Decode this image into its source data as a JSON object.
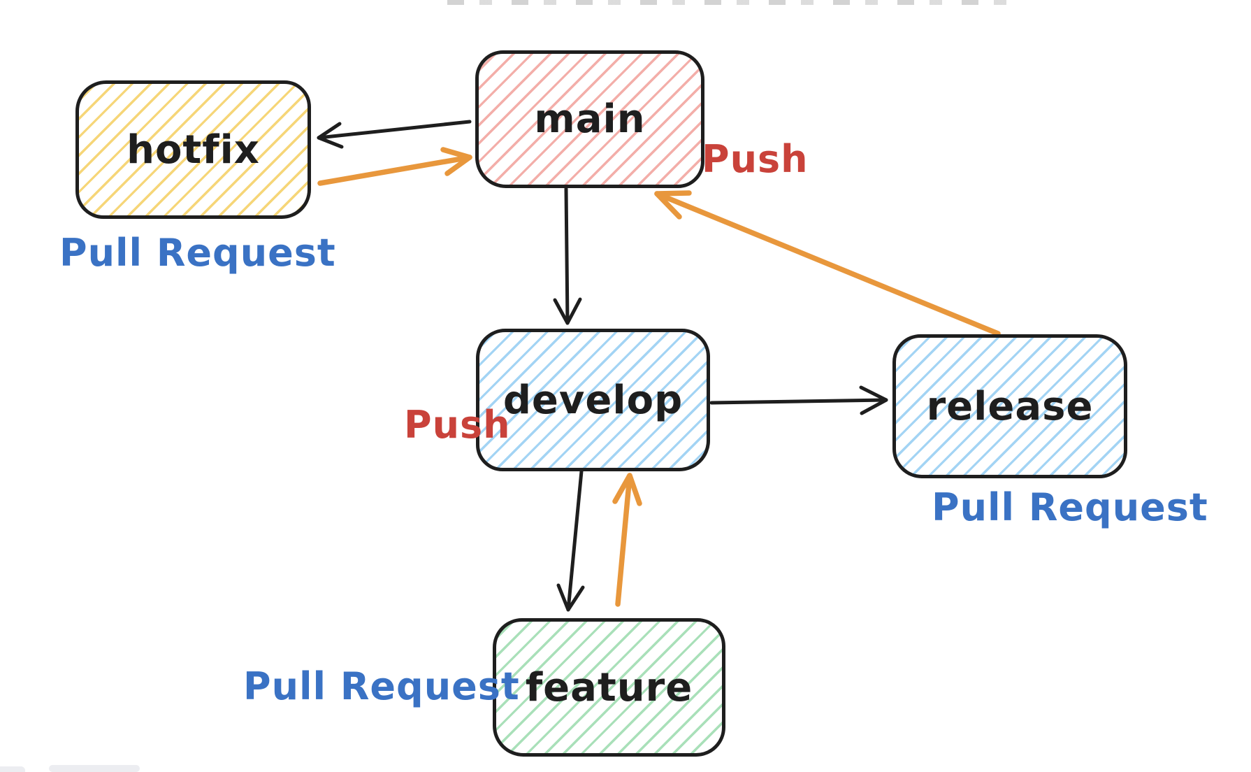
{
  "canvas": {
    "background_color": "#ffffff",
    "top_edge_note": "row of small gray clipped glyph fragments (text cut off by top of screenshot)"
  },
  "nodes": [
    {
      "id": "hotfix",
      "label": "hotfix",
      "hatch_color": "#F6D678",
      "border_color": "#1e1e1e"
    },
    {
      "id": "main",
      "label": "main",
      "hatch_color": "#F3AEA9",
      "border_color": "#1e1e1e"
    },
    {
      "id": "develop",
      "label": "develop",
      "hatch_color": "#A3D4F4",
      "border_color": "#1e1e1e"
    },
    {
      "id": "release",
      "label": "release",
      "hatch_color": "#A3D4F4",
      "border_color": "#1e1e1e"
    },
    {
      "id": "feature",
      "label": "feature",
      "hatch_color": "#A9E0B9",
      "border_color": "#1e1e1e"
    }
  ],
  "labels": {
    "pull_request_hotfix": {
      "text": "Pull Request",
      "color": "#3A72C4"
    },
    "push_main": {
      "text": "Push",
      "color": "#C9423A"
    },
    "push_develop": {
      "text": "Push",
      "color": "#C9423A"
    },
    "pull_request_release": {
      "text": "Pull Request",
      "color": "#3A72C4"
    },
    "pull_request_feature": {
      "text": "Pull Request",
      "color": "#3A72C4"
    }
  },
  "edges": [
    {
      "from": "main",
      "to": "hotfix",
      "color": "#1e1e1e"
    },
    {
      "from": "hotfix",
      "to": "main",
      "color": "#E8973C"
    },
    {
      "from": "main",
      "to": "develop",
      "color": "#1e1e1e"
    },
    {
      "from": "develop",
      "to": "release",
      "color": "#1e1e1e"
    },
    {
      "from": "release",
      "to": "main",
      "color": "#E8973C"
    },
    {
      "from": "develop",
      "to": "feature",
      "color": "#1e1e1e"
    },
    {
      "from": "feature",
      "to": "develop",
      "color": "#E8973C"
    }
  ],
  "colors": {
    "arrow_black": "#1e1e1e",
    "arrow_orange": "#E8973C",
    "label_blue": "#3A72C4",
    "label_red": "#C9423A"
  }
}
